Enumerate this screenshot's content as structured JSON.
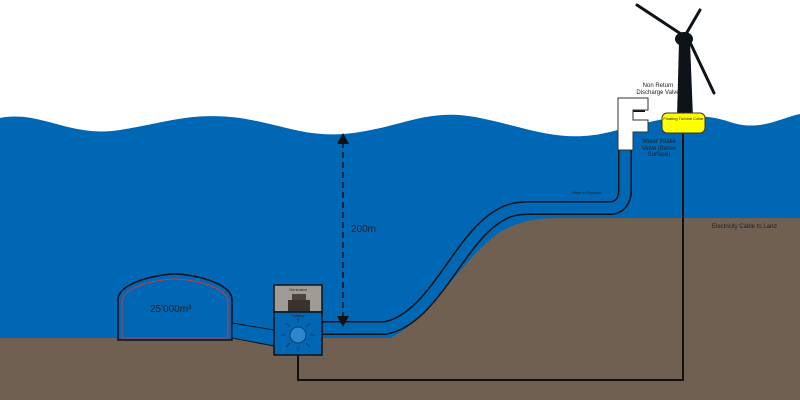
{
  "labels": {
    "depth": "200m",
    "volume": "25'000m³",
    "generator": "Generator",
    "turbine": "Turbine",
    "non_return_valve": "Non Return Discharge Valve",
    "intake_valve": "Water Intake Valve (Below Surface)",
    "riser": "Riser to Pipeline",
    "collar": "Floating Turbine Collar",
    "cable": "Electricity Cable to Land"
  },
  "colors": {
    "water": "#0067b5",
    "seabed": "#6f6052",
    "collar": "#ffff00",
    "tower": "#0d1319",
    "tank_lining": "#c8383f",
    "generator_housing": "#9f9b96"
  }
}
